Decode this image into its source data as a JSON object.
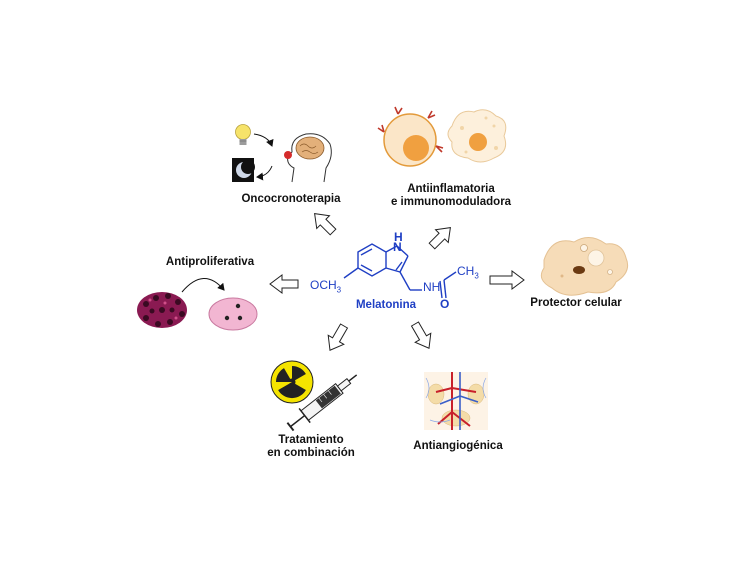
{
  "center": {
    "name": "Melatonina",
    "group_nh": "H",
    "group_n_ring": "N",
    "group_ome_prefix": "OCH",
    "group_ome_sub": "3",
    "group_amide_nh": "NH",
    "group_ch3_prefix": "CH",
    "group_ch3_sub": "3",
    "group_o": "O",
    "color": "#1f3fc4"
  },
  "effects": {
    "oncocronoterapia": "Oncocronoterapia",
    "antiinflamatoria_l1": "Antiinflamatoria",
    "antiinflamatoria_l2": "e immunomoduladora",
    "antiproliferativa": "Antiproliferativa",
    "protector": "Protector celular",
    "tratamiento_l1": "Tratamiento",
    "tratamiento_l2": "en combinación",
    "antiangiogenica": "Antiangiogénica"
  },
  "icons": [
    "lightbulb-icon",
    "moon-icon",
    "brain-head-icon",
    "immune-cell-icon",
    "cancer-cell-icon",
    "healthy-cell-icon",
    "protected-cell-icon",
    "radiation-icon",
    "syringe-icon",
    "blood-vessels-icon"
  ],
  "colors": {
    "text": "#111111",
    "molecule": "#1f3fc4",
    "cell_orange": "#f0a040",
    "cell_fill": "#fbe6c8",
    "cancer": "#a0205a",
    "healthy": "#f2b6d2",
    "radiation": "#f5e400"
  }
}
